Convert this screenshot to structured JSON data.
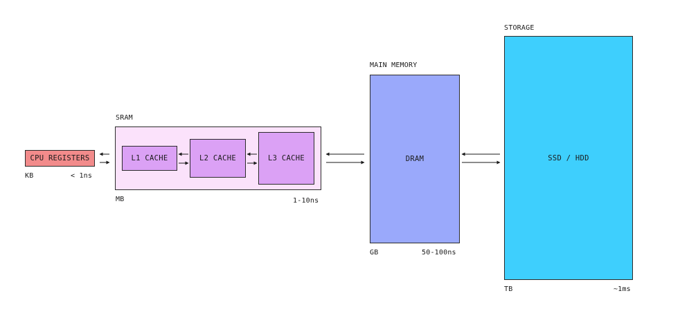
{
  "colors": {
    "cpu": "#f28b8b",
    "sram_group": "#fbe2fb",
    "cache": "#dba1f5",
    "dram": "#9aa9fb",
    "storage": "#3ecffd",
    "stroke": "#2b2b2b"
  },
  "cpu": {
    "label": "CPU REGISTERS",
    "size": "KB",
    "latency": "< 1ns"
  },
  "sram": {
    "title": "SRAM",
    "size": "MB",
    "latency": "1-10ns",
    "caches": [
      "L1 CACHE",
      "L2 CACHE",
      "L3 CACHE"
    ]
  },
  "main_memory": {
    "title": "MAIN MEMORY",
    "label": "DRAM",
    "size": "GB",
    "latency": "50-100ns"
  },
  "storage": {
    "title": "STORAGE",
    "label": "SSD / HDD",
    "size": "TB",
    "latency": "~1ms"
  }
}
